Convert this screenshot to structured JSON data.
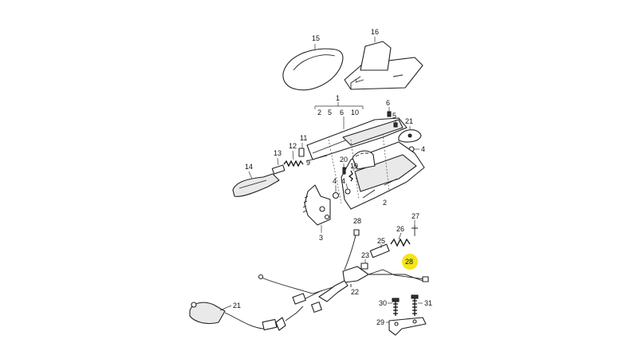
{
  "diagram": {
    "highlight_color": "#f5e51a",
    "callouts": {
      "c15": "15",
      "c16": "16",
      "c1": "1",
      "c2": "2",
      "c5a": "5",
      "c6a": "6",
      "c10": "10",
      "c6b": "6",
      "c5b": "5",
      "c21a": "21",
      "c4a": "4",
      "c11": "11",
      "c12": "12",
      "c13": "13",
      "c9": "9",
      "c14": "14",
      "c20": "20",
      "c19": "19",
      "c4b": "4",
      "c4c": "4",
      "c2b": "2",
      "c3": "3",
      "c27": "27",
      "c28a": "28",
      "c26": "26",
      "c25": "25",
      "c23": "23",
      "c28b": "28",
      "c22": "22",
      "c21b": "21",
      "c30": "30",
      "c31": "31",
      "c29": "29"
    }
  }
}
